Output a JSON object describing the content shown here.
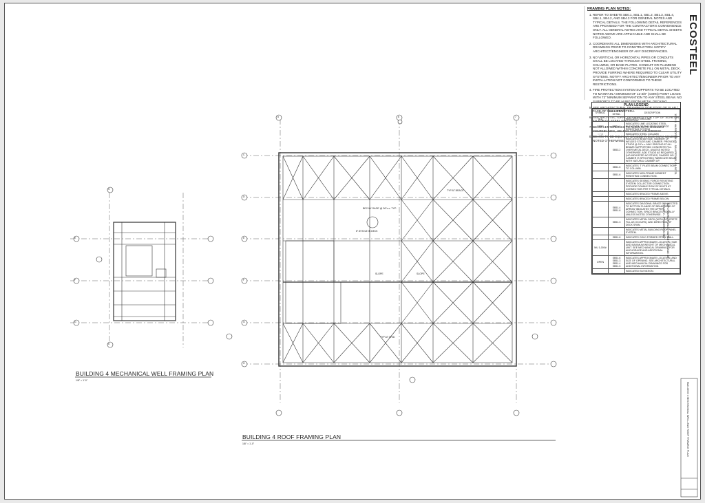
{
  "sheet": {
    "notes": {
      "title": "FRAMING PLAN NOTES:",
      "items": [
        "REFER TO SHEETS SB0.1, SB1.1, SB1.2, SB1.3, SB1.4, SB4.1, SB4.2, AND SB4.3 FOR GENERAL NOTES AND TYPICAL DETAILS. THE FOLLOWING DETAIL REFERENCES ARE PROVIDED FOR THE CONTRACTOR'S CONVENIENCE ONLY. ALL GENERAL NOTES AND TYPICAL DETAIL SHEETS NOTED ABOVE ARE APPLICABLE AND SHALL BE FOLLOWED.",
        "COORDINATE ALL DIMENSIONS WITH ARCHITECTURAL DRAWINGS PRIOR TO CONSTRUCTION. NOTIFY ARCHITECT/ENGINEER OF ANY DISCREPANCIES.",
        "NO VERTICAL OR HORIZONTAL PIPES OR CONDUITS SHALL BE LOCATED THROUGH STEEL FRAMING, COLUMNS, OR BASE PLATES. CONDUIT OR PLUMBING NOT ALLOWED WITHIN CONCRETE FILL ON METAL DECK. PROVIDE FURRING WHERE REQUIRED TO CLEAR UTILITY SYSTEMS. NOTIFY ARCHITECT/ENGINEER PRIOR TO ANY INSTALLATION NOT CONFORMING TO THESE RESTRICTIONS.",
        "FIRE PROTECTION SYSTEM SUPPORTS TO BE LOCATED TO MAINTAIN A MINIMUM OF 12-3/8\" (4.8KN) POINT LOADS WITH 72\" MINIMUM SEPARATION TO ANY STEEL BEAM. NO SUPPORTS TO BE HUNG FROM METAL DECKING.",
        "SEE ARCHITECTURAL DRAWINGS FOR EDGE OF SLAB / FACE OF WALL ETC/ETERA.",
        "SEE ARCHITECTURAL DRAWINGS FOR TOP OF SLAB OR TO TOP OF STEEL ELEVATION.",
        "BEAM CENTERLINES TO ALIGN WITH COLUMN CENTERLINES, UNLESS NOTED OTHERWISE.",
        "BEAMS TO BE EQUALLY SPACED IN EACH BAY, UNLESS NOTED OTHERWISE."
      ]
    },
    "legend": {
      "title": "PLAN LEGEND",
      "headers": [
        "SYMBOL",
        "REFERENCE DETAIL",
        "DESCRIPTION"
      ],
      "rows": [
        {
          "symbol": "(A1)",
          "ref": "",
          "desc": "INDICATES GRIDLINE"
        },
        {
          "symbol": "SFRS",
          "ref": "SSB4.1",
          "desc": "INDICATES LINE LOCATING STEEL ELEMENTS OF THE SEISMIC FORCE RESISTING SYSTEM"
        },
        {
          "symbol": "▫ ◻ I",
          "ref": "",
          "desc": "INDICATES STEEL COLUMN"
        },
        {
          "symbol": "",
          "ref": "SB53.2",
          "desc": "INDICATED BEAM SIZE, NUMBER OF WELDED STUDS AND CAMBER. PROVIDE STUDS @ 24\"o.c. MAX SPACING AT ALL BEAMS SUPPORTING CONCRETE FILL OVER METAL DECK, UNLESS NOTED OTHERWISE. ADD STUDS AS REQUIRED (NO INDICATED NO STUDS, SHADED NO CAMBER IS SPECIFIED) FABRICATE BEAM WITH NATURAL CAMBER UP."
        },
        {
          "symbol": "",
          "ref": "SB51.6",
          "desc": "INDICATES 'T' PLATE BEAM CONNECTION TO COLUMN."
        },
        {
          "symbol": "",
          "ref": "SB51.6",
          "desc": "INDICATES NON-FRAME MOMENT RESISTING CONNECTION."
        },
        {
          "symbol": "",
          "ref": "",
          "desc": "INDICATES SEISMIC FORCE RESISTING SYSTEM COLLECTOR CONNECTION. PROVIDE DOUBLE ROW OF BOLTS AT CONNECTION PER TYPICAL DETAILS."
        },
        {
          "symbol": "",
          "ref": "",
          "desc": "INDICATES BRACED FRAME ABOVE."
        },
        {
          "symbol": "",
          "ref": "",
          "desc": "INDICATES BRACED FRAME BELOW."
        },
        {
          "symbol": "",
          "ref": "SB51.4 SB51.8",
          "desc": "INDICATES DIAGONAL BRACE CONNECTED TO BOTTOM FLANGE OF BEAM. HEAD OF ARROW INDICATES THE UPPER CONNECTION. SPACE BRACES EQUALLY UNLESS NOTED OTHERWISE."
        },
        {
          "symbol": "",
          "ref": "SB51.3",
          "desc": "INDICATES METAL DECK (WITH CONCRETE FILL AS OCCURS), AND DIRECTION OF DECK SPAN."
        },
        {
          "symbol": "",
          "ref": "",
          "desc": "INDICATES METAL BUILDING ROOF PANEL SYSTEM."
        },
        {
          "symbol": "",
          "ref": "SB51.8",
          "desc": "INDICATES COLD FORMED STEEL WALL."
        },
        {
          "symbol": "MU 1,000#",
          "ref": "",
          "desc": "INDICATES APPROXIMATE LOCATION, SIZE AND MAXIMUM WEIGHT OF MECHANICAL UNIT. SEE MECHANICAL DRAWINGS FOR ANCHORAGE AND ADDITIONAL INFORMATION."
        },
        {
          "symbol": "OPEN",
          "ref": "SB51.6 SB51.3 SB51.4 SB51.5",
          "desc": "INDICATES APPROXIMATE LOCATION, AND SIZE OF OPENING. SEE ARCHITECTURAL AND MECHANICAL DRAWINGS FOR ADDITIONAL INFORMATION."
        },
        {
          "symbol": "",
          "ref": "",
          "desc": "INDICATED ELEVATION."
        }
      ]
    },
    "plans": [
      {
        "title": "BUILDING 4 MECHANICAL WELL FRAMING PLAN",
        "scale": "1/8\" = 1'-0\""
      },
      {
        "title": "BUILDING 4 ROOF FRAMING PLAN",
        "scale": "1/8\" = 1'-0\""
      }
    ],
    "plan_labels": {
      "plate": "8\" Ø HOLE IN DECK",
      "deck": "BD2 W/ GAGE @ 36\"o.c. TYP.",
      "slope_a": "SLOPE",
      "slope_b": "SLOPE",
      "typ_brace": "TYP AT BRACE",
      "typ_grid": "TYP AT GRID"
    },
    "grids": {
      "left_rows": [
        "E",
        "F",
        "G"
      ],
      "roof_rows": [
        "C",
        "D",
        "E",
        "F",
        "G",
        "H"
      ],
      "top_cols": [
        "5",
        "6",
        "7",
        "8"
      ],
      "mech_cols": [
        "S",
        "5"
      ]
    },
    "title_block": {
      "logo": "ECOSTEEL",
      "project": "SAN PEDRO PUBLIC MARKET - PHASE 1B",
      "phase": "PHASE 2 - PROGRESS SET",
      "address": "1030 S. HARBOR BLVD. SAN PEDRO, CA 90731",
      "sheet_title": "BUILDING 4 MECHANICAL WELL AND ROOF FRAMING PLAN"
    },
    "colors": {
      "ink": "#333333",
      "paper": "#ffffff",
      "background": "#e9e9e9"
    }
  }
}
